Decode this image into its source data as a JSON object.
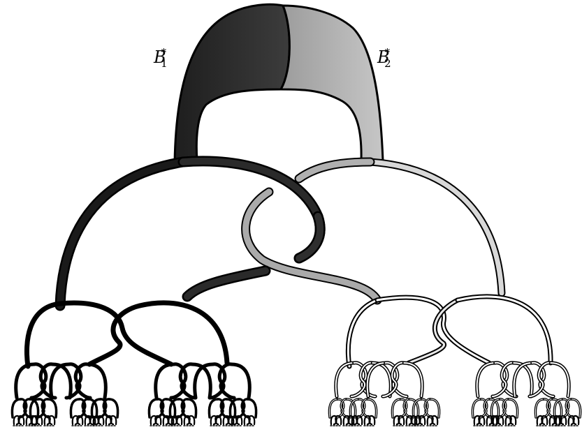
{
  "labels": {
    "left": {
      "symbol": "B",
      "subscript": "1",
      "superscript": "*"
    },
    "right": {
      "symbol": "B",
      "subscript": "2",
      "superscript": "*"
    }
  },
  "colors": {
    "outline": "#000000",
    "left_dark_top": "#1a1a1a",
    "left_dark_bottom": "#3a3a3a",
    "right_light_top": "#9a9a9a",
    "right_light_bottom": "#d8d8d8",
    "background": "#ffffff"
  }
}
